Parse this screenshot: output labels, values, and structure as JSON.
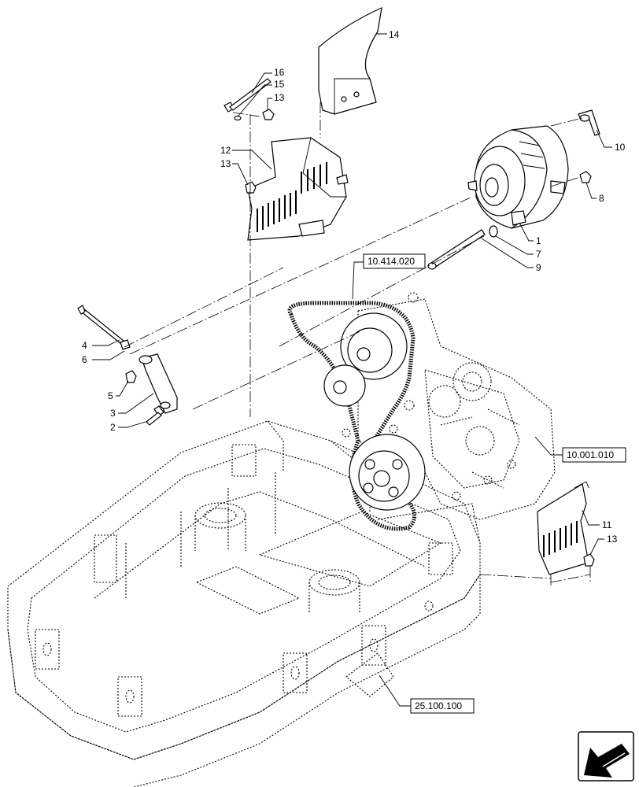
{
  "callouts": [
    {
      "id": "c16",
      "text": "16"
    },
    {
      "id": "c15",
      "text": "15"
    },
    {
      "id": "c13a",
      "text": "13"
    },
    {
      "id": "c14",
      "text": "14"
    },
    {
      "id": "c12",
      "text": "12"
    },
    {
      "id": "c13b",
      "text": "13"
    },
    {
      "id": "c10",
      "text": "10"
    },
    {
      "id": "c8",
      "text": "8"
    },
    {
      "id": "c1",
      "text": "1"
    },
    {
      "id": "c7",
      "text": "7"
    },
    {
      "id": "c9",
      "text": "9"
    },
    {
      "id": "c4",
      "text": "4"
    },
    {
      "id": "c6",
      "text": "6"
    },
    {
      "id": "c5",
      "text": "5"
    },
    {
      "id": "c3",
      "text": "3"
    },
    {
      "id": "c2",
      "text": "2"
    },
    {
      "id": "c11",
      "text": "11"
    },
    {
      "id": "c13c",
      "text": "13"
    }
  ],
  "references": [
    {
      "id": "r1",
      "text": "10.414.020"
    },
    {
      "id": "r2",
      "text": "10.001.010"
    },
    {
      "id": "r3",
      "text": "25.100.100"
    }
  ],
  "icons": {
    "navigation": "arrow-icon"
  }
}
